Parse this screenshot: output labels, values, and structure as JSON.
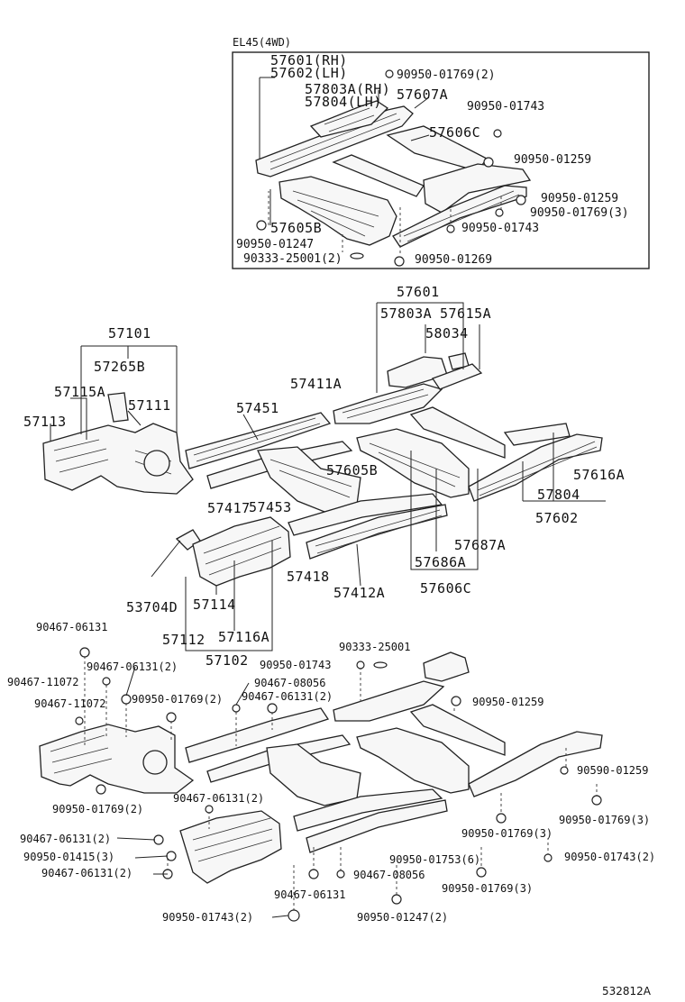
{
  "diagram": {
    "inset_title": "EL45(4WD)",
    "inset_labels": [
      "57601(RH)",
      "57602(LH)",
      "90950-01769(2)",
      "57803A(RH)",
      "57607A",
      "57804(LH)",
      "90950-01743",
      "57606C",
      "90950-01259",
      "90950-01259",
      "90950-01769(3)",
      "57605B",
      "90950-01743",
      "90950-01247",
      "90333-25001(2)",
      "90950-01269"
    ],
    "middle_labels": [
      "57601",
      "57803A",
      "57615A",
      "58034",
      "57101",
      "57265B",
      "57411A",
      "57115A",
      "57111",
      "57451",
      "57113",
      "57605B",
      "57616A",
      "57417",
      "57453",
      "57804",
      "57602",
      "57687A",
      "57418",
      "57686A",
      "57412A",
      "57606C",
      "53704D",
      "57114",
      "57112",
      "57116A",
      "57102"
    ],
    "lower_labels": [
      "90467-06131",
      "90333-25001",
      "90467-06131(2)",
      "90950-01743",
      "90467-11072",
      "90467-08056",
      "90467-06131(2)",
      "90950-01259",
      "90467-11072",
      "90950-01769(2)",
      "90590-01259",
      "90950-01769(2)",
      "90467-06131(2)",
      "90950-01769(3)",
      "90950-01769(3)",
      "90467-06131(2)",
      "90950-01415(3)",
      "90950-01753(6)",
      "90950-01743(2)",
      "90467-06131(2)",
      "90467-08056",
      "90950-01769(3)",
      "90467-06131",
      "90950-01743(2)",
      "90950-01247(2)"
    ],
    "figure_code": "532812A"
  }
}
